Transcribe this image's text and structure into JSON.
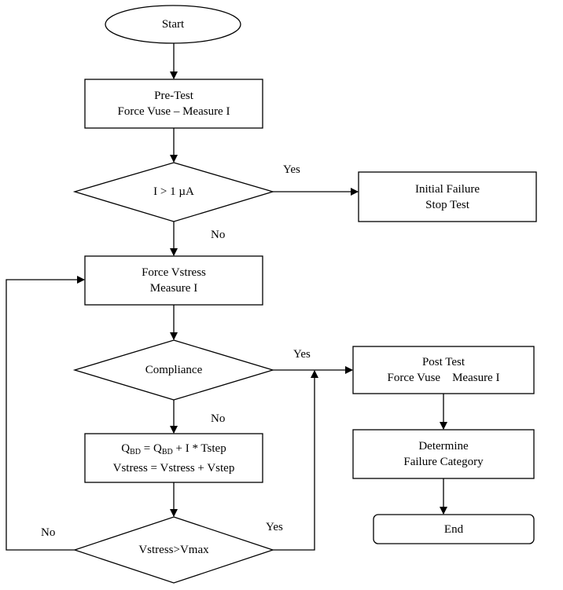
{
  "nodes": {
    "start": "Start",
    "pretest_line1": "Pre-Test",
    "pretest_line2": "Force Vuse – Measure I",
    "decision1": "I > 1 µA",
    "initial_failure_line1": "Initial Failure",
    "initial_failure_line2": "Stop Test",
    "force_vstress_line1": "Force Vstress",
    "force_vstress_line2": "Measure I",
    "compliance": "Compliance",
    "post_test_line1": "Post Test",
    "post_test_line2": "Force Vuse    Measure I",
    "qbd_line1": {
      "q1": "Q",
      "q1_sub": "BD",
      "mid": " = Q",
      "q2_sub": "BD",
      "tail": " + I * Tstep"
    },
    "qbd_line2": "Vstress = Vstress + Vstep",
    "determine_line1": "Determine",
    "determine_line2": "Failure Category",
    "end": "End",
    "vstress_check": "Vstress>Vmax"
  },
  "edge_labels": {
    "d1_yes": "Yes",
    "d1_no": "No",
    "compliance_yes": "Yes",
    "compliance_no": "No",
    "vmax_yes": "Yes",
    "vmax_no": "No"
  }
}
